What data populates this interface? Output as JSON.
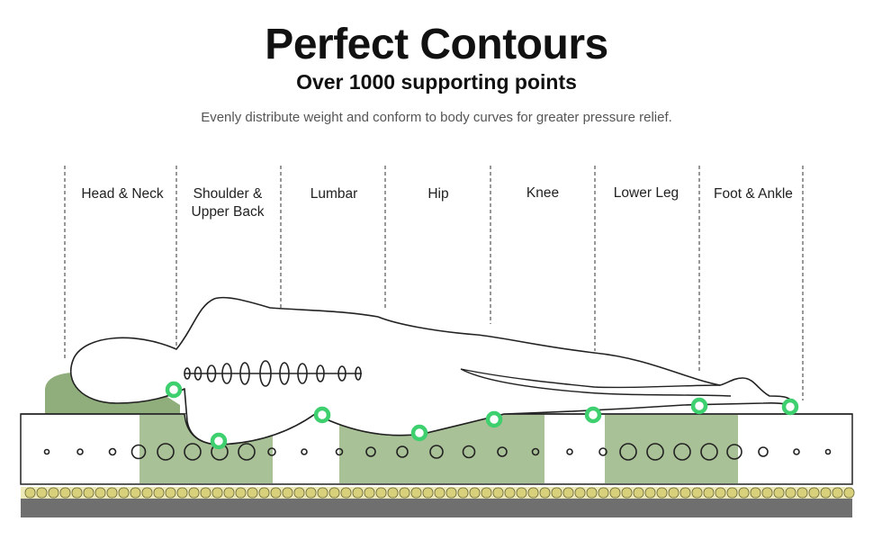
{
  "header": {
    "title": "Perfect Contours",
    "subtitle": "Over 1000 supporting points",
    "description": "Evenly distribute weight and conform to body curves for greater pressure relief."
  },
  "zones": [
    {
      "label": "Head & Neck"
    },
    {
      "label": "Shoulder & Upper Back"
    },
    {
      "label": "Lumbar"
    },
    {
      "label": "Hip"
    },
    {
      "label": "Knee"
    },
    {
      "label": "Lower Leg"
    },
    {
      "label": "Foot & Ankle"
    }
  ],
  "colors": {
    "support_zone": "#a9c196",
    "pillow": "#90ad7c",
    "pressure_point": "#3ecf6e",
    "coil_fill": "#d8d07a",
    "base": "#6f6f6f",
    "outline": "#222222"
  },
  "icons": {
    "spine": "spine-rings-icon",
    "pressure_point": "pressure-point-icon"
  }
}
